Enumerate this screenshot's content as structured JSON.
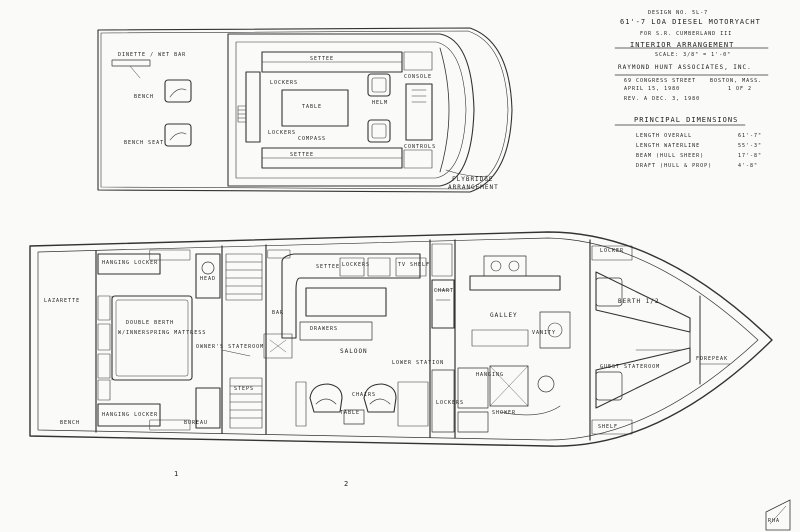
{
  "title_block": {
    "design_no": "DESIGN NO. 5L-7",
    "vessel": "61'-7 LOA DIESEL MOTORYACHT",
    "client": "FOR S.R. CUMBERLAND III",
    "drawing": "INTERIOR ARRANGEMENT",
    "scale": "SCALE: 3/8\" = 1'-0\"",
    "firm": "RAYMOND HUNT ASSOCIATES, INC.",
    "address_1": "69 CONGRESS STREET",
    "address_2": "BOSTON, MASS.",
    "date": "APRIL 15, 1980",
    "sheet": "1 OF 2",
    "revision": "REV. A  DEC. 3, 1980"
  },
  "dimensions": {
    "heading": "PRINCIPAL DIMENSIONS",
    "rows": [
      {
        "label": "LENGTH OVERALL",
        "value": "61'-7\""
      },
      {
        "label": "LENGTH WATERLINE",
        "value": "55'-3\""
      },
      {
        "label": "BEAM (HULL SHEER)",
        "value": "17'-8\""
      },
      {
        "label": "DRAFT (HULL & PROP)",
        "value": "4'-8\""
      }
    ]
  },
  "flybridge_labels": {
    "title_1": "FLYBRIDGE",
    "title_2": "ARRANGEMENT",
    "helm_dinette": "DINETTE / WET BAR",
    "seating": "SETTEE",
    "settee_2": "SETTEE",
    "table": "TABLE",
    "bench": "BENCH",
    "bench_2": "BENCH SEAT",
    "lockers": "LOCKERS",
    "compass": "COMPASS",
    "helm": "HELM",
    "console": "CONSOLE",
    "controls": "CONTROLS",
    "lockers_2": "LOCKERS"
  },
  "main_labels": {
    "lazarette": "LAZARETTE",
    "hanging_locker_top": "HANGING LOCKER",
    "hanging_locker_bottom": "HANGING LOCKER",
    "double_berth": "DOUBLE BERTH",
    "mattress": "W/INNERSPRING MATTRESS",
    "owners_stateroom": "OWNER'S STATEROOM",
    "galley": "GALLEY",
    "saloon": "SALOON",
    "lower_station": "LOWER STATION",
    "berth": "BERTH 1/2",
    "forepeak": "FOREPEAK",
    "settee": "SETTEE",
    "table": "TABLE",
    "drawers": "DRAWERS",
    "chairs": "CHAIRS",
    "shower": "SHOWER",
    "head": "HEAD",
    "locker": "LOCKER",
    "bureau": "BUREAU",
    "guest_stateroom": "GUEST STATEROOM",
    "hanging": "HANGING",
    "shelf": "SHELF",
    "bench": "BENCH",
    "chart": "CHART",
    "lockers_upper": "LOCKERS",
    "lockers_lower": "LOCKERS",
    "vanity": "VANITY",
    "tv_shelf": "TV SHELF",
    "bar": "BAR",
    "steps": "STEPS",
    "stair_1": "1",
    "stair_2": "2"
  },
  "stamp": "RHA"
}
